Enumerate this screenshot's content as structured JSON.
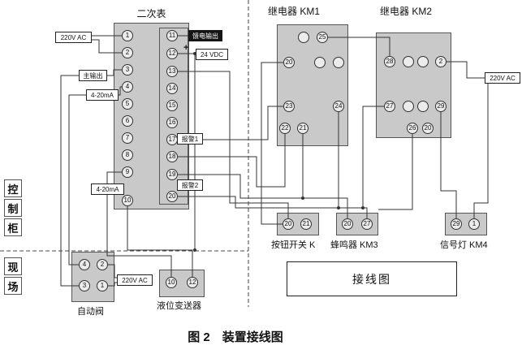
{
  "figure": {
    "caption": "图 2　装置接线图"
  },
  "zones": {
    "cabinet": [
      "控",
      "制",
      "柜"
    ],
    "field": [
      "现",
      "场"
    ]
  },
  "meter": {
    "title": "二次表",
    "left_terminals": [
      "1",
      "2",
      "3",
      "4",
      "5",
      "6",
      "7",
      "8",
      "9",
      "10"
    ],
    "right_terminals": [
      "11",
      "12",
      "13",
      "14",
      "15",
      "16",
      "17",
      "18",
      "19",
      "20"
    ],
    "plus": "+",
    "ac_label": "220V AC",
    "main_output": "主输出",
    "loop_upper": "4-20mA",
    "loop_lower": "4-20mA",
    "feed_output": "馈电输出",
    "vdc": "24 VDC",
    "alarm1": "报警1",
    "alarm2": "报警2"
  },
  "km1": {
    "title": "继电器 KM1",
    "terminals": [
      "",
      "25",
      "20",
      "",
      "",
      "23",
      "24",
      "22",
      "21"
    ]
  },
  "km2": {
    "title": "继电器 KM2",
    "terminals": [
      "28",
      "",
      "",
      "2",
      "27",
      "",
      "",
      "29",
      "26",
      "20"
    ]
  },
  "ac_right": "220V AC",
  "button_switch": {
    "label": "按钮开关 K",
    "terminals": [
      "20",
      "21"
    ]
  },
  "buzzer": {
    "label": "蜂鸣器 KM3",
    "terminals": [
      "20",
      "27"
    ]
  },
  "signal_lamp": {
    "label": "信号灯 KM4",
    "terminals": [
      "29",
      "1"
    ]
  },
  "valve": {
    "label": "自动阀",
    "terminals": [
      "4",
      "2",
      "3",
      "1"
    ],
    "ac_label": "220V AC"
  },
  "transmitter": {
    "label": "液位变送器",
    "terminals": [
      "10",
      "12"
    ]
  },
  "panel": {
    "label": "接线图"
  },
  "colors": {
    "block_fill": "#c9c9c9",
    "wire": "#333333",
    "feed_bg": "#151515"
  }
}
